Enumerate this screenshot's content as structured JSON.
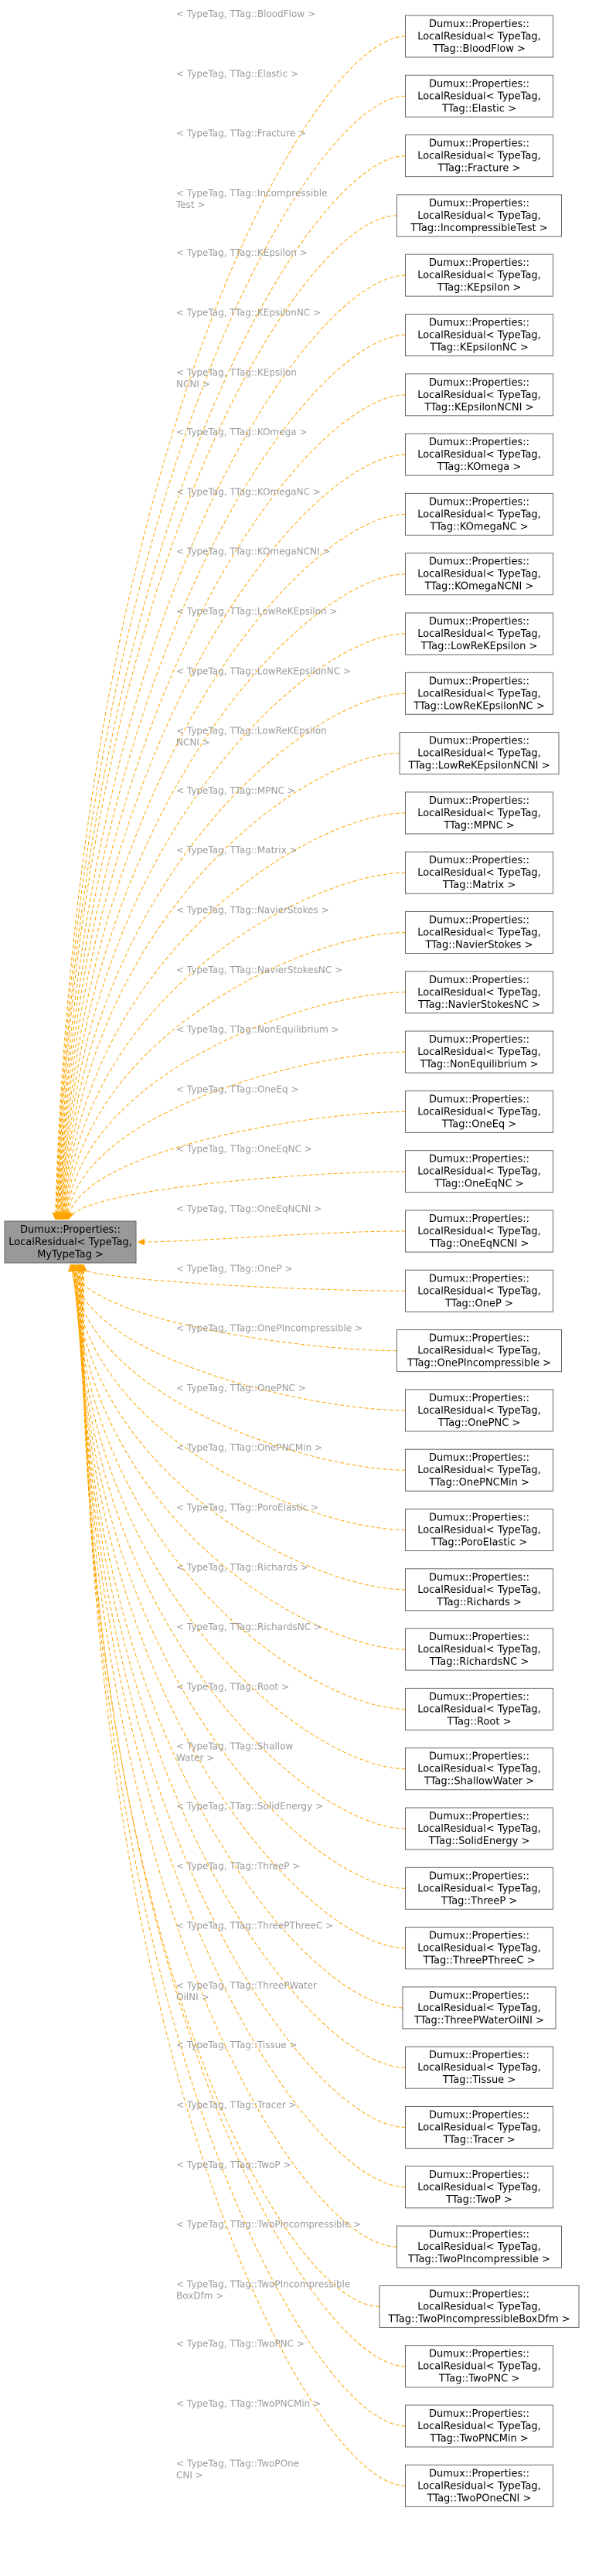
{
  "graph": {
    "base_class": {
      "lines": [
        "Dumux::Properties::",
        "LocalResidual< TypeTag,",
        "MyTypeTag >"
      ],
      "fill": "#999999"
    },
    "edge_color": "#ffa500",
    "edge_label_color": "#9a9a9a",
    "node_border_color": "#666666",
    "derived": [
      {
        "edge_label": [
          "< TypeTag, TTag::BloodFlow >"
        ],
        "lines": [
          "Dumux::Properties::",
          "LocalResidual< TypeTag,",
          "TTag::BloodFlow >"
        ]
      },
      {
        "edge_label": [
          "< TypeTag, TTag::Elastic >"
        ],
        "lines": [
          "Dumux::Properties::",
          "LocalResidual< TypeTag,",
          "TTag::Elastic >"
        ]
      },
      {
        "edge_label": [
          "< TypeTag, TTag::Fracture >"
        ],
        "lines": [
          "Dumux::Properties::",
          "LocalResidual< TypeTag,",
          "TTag::Fracture >"
        ]
      },
      {
        "edge_label": [
          "< TypeTag, TTag::Incompressible",
          "Test >"
        ],
        "lines": [
          "Dumux::Properties::",
          "LocalResidual< TypeTag,",
          "TTag::IncompressibleTest >"
        ]
      },
      {
        "edge_label": [
          "< TypeTag, TTag::KEpsilon >"
        ],
        "lines": [
          "Dumux::Properties::",
          "LocalResidual< TypeTag,",
          "TTag::KEpsilon >"
        ]
      },
      {
        "edge_label": [
          "< TypeTag, TTag::KEpsilonNC >"
        ],
        "lines": [
          "Dumux::Properties::",
          "LocalResidual< TypeTag,",
          "TTag::KEpsilonNC >"
        ]
      },
      {
        "edge_label": [
          "< TypeTag, TTag::KEpsilon",
          "NCNI >"
        ],
        "lines": [
          "Dumux::Properties::",
          "LocalResidual< TypeTag,",
          "TTag::KEpsilonNCNI >"
        ]
      },
      {
        "edge_label": [
          "< TypeTag, TTag::KOmega >"
        ],
        "lines": [
          "Dumux::Properties::",
          "LocalResidual< TypeTag,",
          "TTag::KOmega >"
        ]
      },
      {
        "edge_label": [
          "< TypeTag, TTag::KOmegaNC >"
        ],
        "lines": [
          "Dumux::Properties::",
          "LocalResidual< TypeTag,",
          "TTag::KOmegaNC >"
        ]
      },
      {
        "edge_label": [
          "< TypeTag, TTag::KOmegaNCNI >"
        ],
        "lines": [
          "Dumux::Properties::",
          "LocalResidual< TypeTag,",
          "TTag::KOmegaNCNI >"
        ]
      },
      {
        "edge_label": [
          "< TypeTag, TTag::LowReKEpsilon >"
        ],
        "lines": [
          "Dumux::Properties::",
          "LocalResidual< TypeTag,",
          "TTag::LowReKEpsilon >"
        ]
      },
      {
        "edge_label": [
          "< TypeTag, TTag::LowReKEpsilonNC >"
        ],
        "lines": [
          "Dumux::Properties::",
          "LocalResidual< TypeTag,",
          "TTag::LowReKEpsilonNC >"
        ]
      },
      {
        "edge_label": [
          "< TypeTag, TTag::LowReKEpsilon",
          "NCNI >"
        ],
        "lines": [
          "Dumux::Properties::",
          "LocalResidual< TypeTag,",
          "TTag::LowReKEpsilonNCNI >"
        ]
      },
      {
        "edge_label": [
          "< TypeTag, TTag::MPNC >"
        ],
        "lines": [
          "Dumux::Properties::",
          "LocalResidual< TypeTag,",
          "TTag::MPNC >"
        ]
      },
      {
        "edge_label": [
          "< TypeTag, TTag::Matrix >"
        ],
        "lines": [
          "Dumux::Properties::",
          "LocalResidual< TypeTag,",
          "TTag::Matrix >"
        ]
      },
      {
        "edge_label": [
          "< TypeTag, TTag::NavierStokes >"
        ],
        "lines": [
          "Dumux::Properties::",
          "LocalResidual< TypeTag,",
          "TTag::NavierStokes >"
        ]
      },
      {
        "edge_label": [
          "< TypeTag, TTag::NavierStokesNC >"
        ],
        "lines": [
          "Dumux::Properties::",
          "LocalResidual< TypeTag,",
          "TTag::NavierStokesNC >"
        ]
      },
      {
        "edge_label": [
          "< TypeTag, TTag::NonEquilibrium >"
        ],
        "lines": [
          "Dumux::Properties::",
          "LocalResidual< TypeTag,",
          "TTag::NonEquilibrium >"
        ]
      },
      {
        "edge_label": [
          "< TypeTag, TTag::OneEq >"
        ],
        "lines": [
          "Dumux::Properties::",
          "LocalResidual< TypeTag,",
          "TTag::OneEq >"
        ]
      },
      {
        "edge_label": [
          "< TypeTag, TTag::OneEqNC >"
        ],
        "lines": [
          "Dumux::Properties::",
          "LocalResidual< TypeTag,",
          "TTag::OneEqNC >"
        ]
      },
      {
        "edge_label": [
          "< TypeTag, TTag::OneEqNCNI >"
        ],
        "lines": [
          "Dumux::Properties::",
          "LocalResidual< TypeTag,",
          "TTag::OneEqNCNI >"
        ]
      },
      {
        "edge_label": [
          "< TypeTag, TTag::OneP >"
        ],
        "lines": [
          "Dumux::Properties::",
          "LocalResidual< TypeTag,",
          "TTag::OneP >"
        ]
      },
      {
        "edge_label": [
          "< TypeTag, TTag::OnePIncompressible >"
        ],
        "lines": [
          "Dumux::Properties::",
          "LocalResidual< TypeTag,",
          "TTag::OnePIncompressible >"
        ]
      },
      {
        "edge_label": [
          "< TypeTag, TTag::OnePNC >"
        ],
        "lines": [
          "Dumux::Properties::",
          "LocalResidual< TypeTag,",
          "TTag::OnePNC >"
        ]
      },
      {
        "edge_label": [
          "< TypeTag, TTag::OnePNCMin >"
        ],
        "lines": [
          "Dumux::Properties::",
          "LocalResidual< TypeTag,",
          "TTag::OnePNCMin >"
        ]
      },
      {
        "edge_label": [
          "< TypeTag, TTag::PoroElastic >"
        ],
        "lines": [
          "Dumux::Properties::",
          "LocalResidual< TypeTag,",
          "TTag::PoroElastic >"
        ]
      },
      {
        "edge_label": [
          "< TypeTag, TTag::Richards >"
        ],
        "lines": [
          "Dumux::Properties::",
          "LocalResidual< TypeTag,",
          "TTag::Richards >"
        ]
      },
      {
        "edge_label": [
          "< TypeTag, TTag::RichardsNC >"
        ],
        "lines": [
          "Dumux::Properties::",
          "LocalResidual< TypeTag,",
          "TTag::RichardsNC >"
        ]
      },
      {
        "edge_label": [
          "< TypeTag, TTag::Root >"
        ],
        "lines": [
          "Dumux::Properties::",
          "LocalResidual< TypeTag,",
          "TTag::Root >"
        ]
      },
      {
        "edge_label": [
          "< TypeTag, TTag::Shallow",
          "Water >"
        ],
        "lines": [
          "Dumux::Properties::",
          "LocalResidual< TypeTag,",
          "TTag::ShallowWater >"
        ]
      },
      {
        "edge_label": [
          "< TypeTag, TTag::SolidEnergy >"
        ],
        "lines": [
          "Dumux::Properties::",
          "LocalResidual< TypeTag,",
          "TTag::SolidEnergy >"
        ]
      },
      {
        "edge_label": [
          "< TypeTag, TTag::ThreeP >"
        ],
        "lines": [
          "Dumux::Properties::",
          "LocalResidual< TypeTag,",
          "TTag::ThreeP >"
        ]
      },
      {
        "edge_label": [
          "< TypeTag, TTag::ThreePThreeC >"
        ],
        "lines": [
          "Dumux::Properties::",
          "LocalResidual< TypeTag,",
          "TTag::ThreePThreeC >"
        ]
      },
      {
        "edge_label": [
          "< TypeTag, TTag::ThreePWater",
          "OilNI >"
        ],
        "lines": [
          "Dumux::Properties::",
          "LocalResidual< TypeTag,",
          "TTag::ThreePWaterOilNI >"
        ]
      },
      {
        "edge_label": [
          "< TypeTag, TTag::Tissue >"
        ],
        "lines": [
          "Dumux::Properties::",
          "LocalResidual< TypeTag,",
          "TTag::Tissue >"
        ]
      },
      {
        "edge_label": [
          "< TypeTag, TTag::Tracer >"
        ],
        "lines": [
          "Dumux::Properties::",
          "LocalResidual< TypeTag,",
          "TTag::Tracer >"
        ]
      },
      {
        "edge_label": [
          "< TypeTag, TTag::TwoP >"
        ],
        "lines": [
          "Dumux::Properties::",
          "LocalResidual< TypeTag,",
          "TTag::TwoP >"
        ]
      },
      {
        "edge_label": [
          "< TypeTag, TTag::TwoPIncompressible >"
        ],
        "lines": [
          "Dumux::Properties::",
          "LocalResidual< TypeTag,",
          "TTag::TwoPIncompressible >"
        ]
      },
      {
        "edge_label": [
          "< TypeTag, TTag::TwoPIncompressible",
          "BoxDfm >"
        ],
        "lines": [
          "Dumux::Properties::",
          "LocalResidual< TypeTag,",
          "TTag::TwoPIncompressibleBoxDfm >"
        ]
      },
      {
        "edge_label": [
          "< TypeTag, TTag::TwoPNC >"
        ],
        "lines": [
          "Dumux::Properties::",
          "LocalResidual< TypeTag,",
          "TTag::TwoPNC >"
        ]
      },
      {
        "edge_label": [
          "< TypeTag, TTag::TwoPNCMin >"
        ],
        "lines": [
          "Dumux::Properties::",
          "LocalResidual< TypeTag,",
          "TTag::TwoPNCMin >"
        ]
      },
      {
        "edge_label": [
          "< TypeTag, TTag::TwoPOne",
          "CNI >"
        ],
        "lines": [
          "Dumux::Properties::",
          "LocalResidual< TypeTag,",
          "TTag::TwoPOneCNI >"
        ]
      }
    ]
  }
}
